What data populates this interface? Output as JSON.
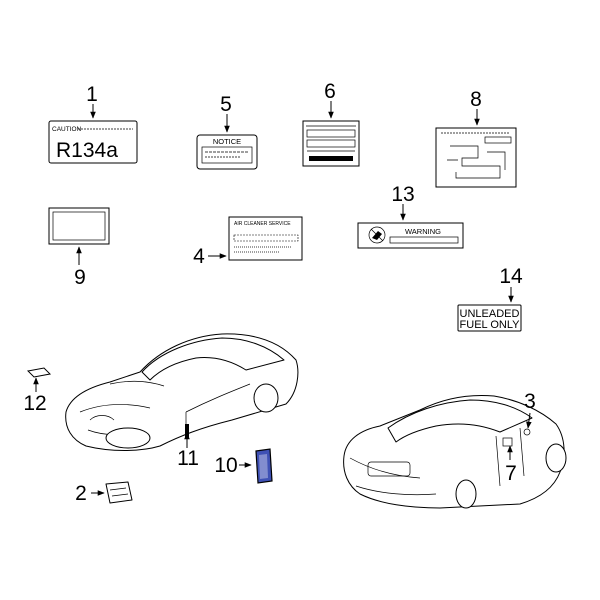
{
  "colors": {
    "highlight_fill": "#3f51b5",
    "ink": "#000000",
    "paper": "#ffffff"
  },
  "callouts": {
    "c1": "1",
    "c2": "2",
    "c3": "3",
    "c4": "4",
    "c5": "5",
    "c6": "6",
    "c7": "7",
    "c8": "8",
    "c9": "9",
    "c10": "10",
    "c11": "11",
    "c12": "12",
    "c13": "13",
    "c14": "14"
  },
  "labels": {
    "refrigerant_caution": "CAUTION",
    "refrigerant_type": "R134a",
    "notice_title": "NOTICE",
    "air_cleaner_title": "AIR CLEANER SERVICE",
    "warning_title": "WARNING",
    "fuel_line1": "UNLEADED",
    "fuel_line2": "FUEL ONLY"
  }
}
